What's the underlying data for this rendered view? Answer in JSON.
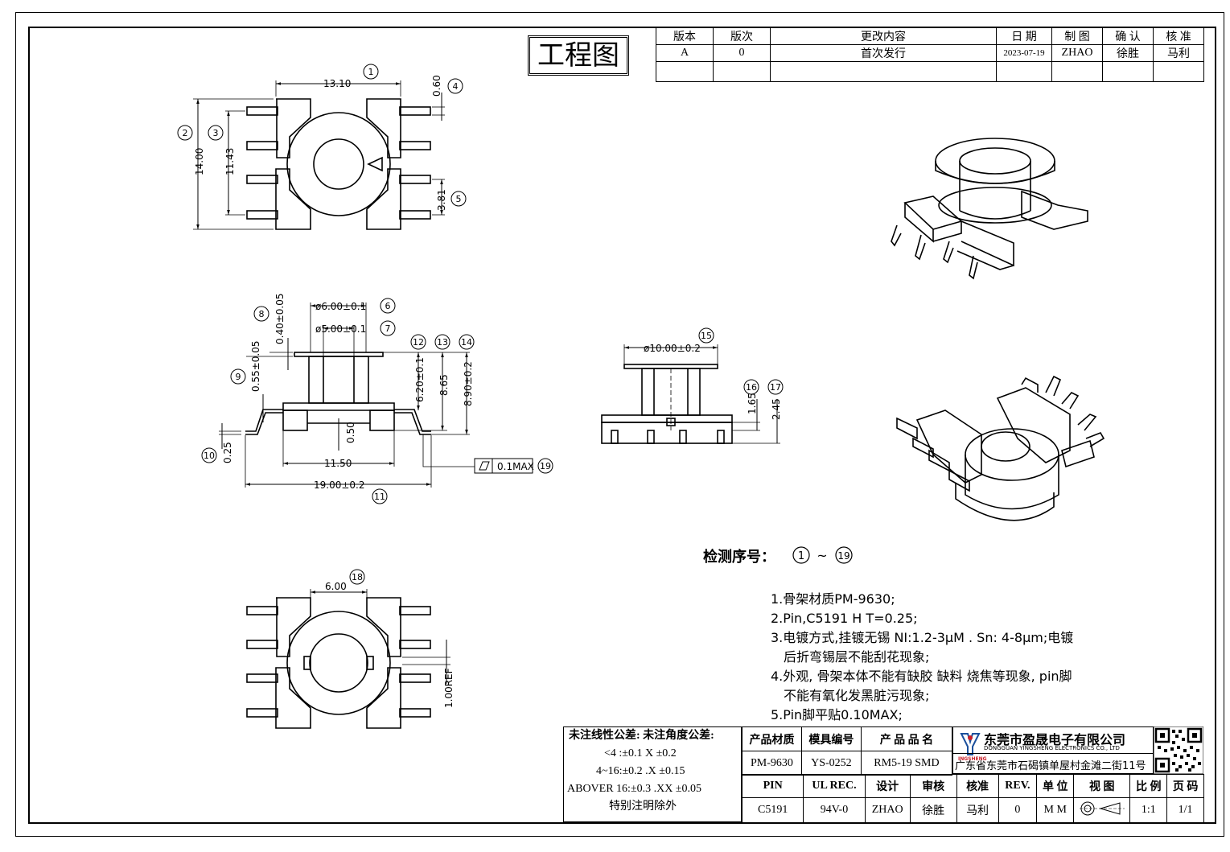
{
  "title": "工程图",
  "revision_table": {
    "headers": [
      "版本",
      "版次",
      "更改内容",
      "日 期",
      "制 图",
      "确 认",
      "核 准"
    ],
    "rows": [
      [
        "A",
        "0",
        "首次发行",
        "2023-07-19",
        "ZHAO",
        "徐胜",
        "马利"
      ]
    ]
  },
  "dimensions": {
    "top_view": {
      "width": "13.10",
      "height": "14.00",
      "inner": "11.43",
      "pin_w": "0.60",
      "pitch": "3.81"
    },
    "side_view": {
      "d1": "ø6.00±0.1",
      "d2": "ø5.00±0.1",
      "flange": "0.40±0.05",
      "gap": "0.55±0.05",
      "h1": "6.20±0.1",
      "h2": "8.65",
      "h3": "8.90±0.2",
      "base": "0.50",
      "pin_t": "0.25",
      "inner_w": "11.50",
      "outer_w": "19.00±0.2",
      "flat": "0.1MAX"
    },
    "front_view": {
      "d": "ø10.00±0.2",
      "h1": "1.65",
      "h2": "2.45"
    },
    "bottom_view": {
      "slot": "6.00",
      "ref": "1.00REF"
    }
  },
  "balloons": [
    "1",
    "2",
    "3",
    "4",
    "5",
    "6",
    "7",
    "8",
    "9",
    "10",
    "11",
    "12",
    "13",
    "14",
    "15",
    "16",
    "17",
    "18",
    "19"
  ],
  "inspection": {
    "label": "检测序号：",
    "range_from": "1",
    "tilde": "~",
    "range_to": "19"
  },
  "notes": [
    "1.骨架材质PM-9630;",
    "2.Pin,C5191 H T=0.25;",
    "3.电镀方式,挂镀无锡 NI:1.2-3μM . Sn: 4-8μm;电镀",
    "  后折弯锡层不能刮花现象;",
    "4.外观, 骨架本体不能有缺胶 缺料 烧焦等现象, pin脚",
    "  不能有氧化发黑脏污现象;",
    "5.Pin脚平贴0.10MAX;"
  ],
  "tolerance": {
    "line1": "未注线性公差:  未注角度公差:",
    "line2": "<4 :±0.1  X ±0.2",
    "line3": "4~16:±0.2  .X ±0.15",
    "line4": "ABOVER 16:±0.3  .XX ±0.05",
    "line5": "特别注明除外"
  },
  "title_block": {
    "row1": [
      "产品材质",
      "模具编号",
      "产 品 品 名"
    ],
    "row2": [
      "PM-9630",
      "YS-0252",
      "RM5-19 SMD"
    ],
    "row3": [
      "PIN",
      "UL REC.",
      "设计",
      "审核",
      "核准",
      "REV.",
      "单 位",
      "视 图",
      "比 例",
      "页 码"
    ],
    "row4": [
      "C5191",
      "94V-0",
      "ZHAO",
      "徐胜",
      "马利",
      "0",
      "M M",
      "",
      "1:1",
      "1/1"
    ]
  },
  "company": {
    "name_cn": "东莞市盈晟电子有限公司",
    "name_en": "DONGGUAN YINGSHENG ELECTRONICS CO., LTD",
    "brand": "INGSHENG",
    "address": "广东省东莞市石碣镇单屋村金滩二街11号"
  }
}
